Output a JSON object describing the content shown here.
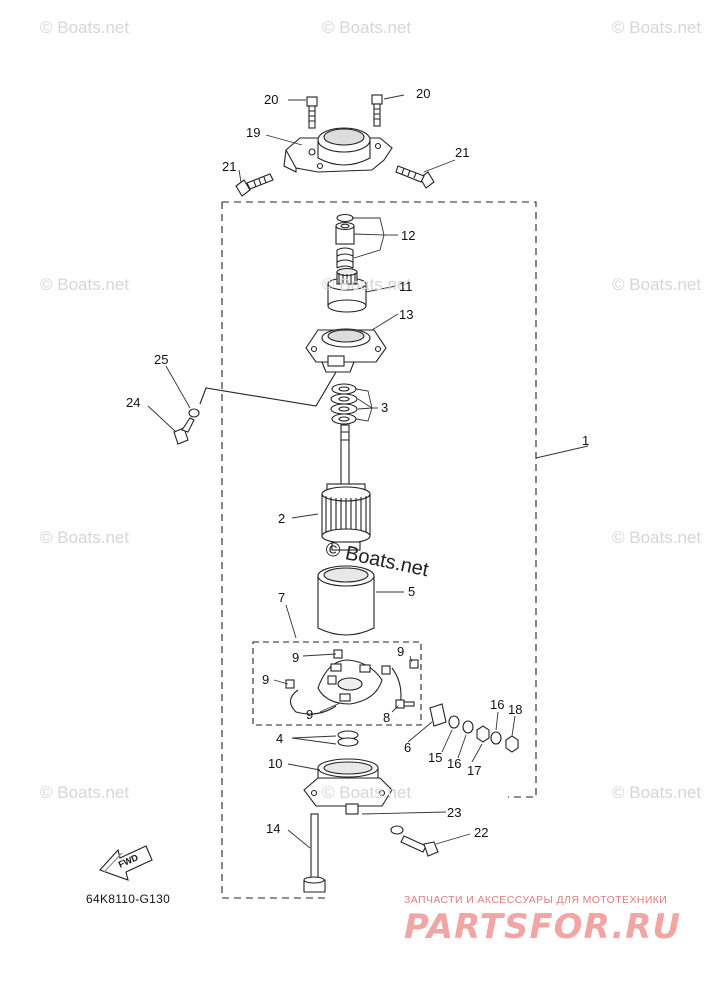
{
  "watermarks": [
    "© Boats.net",
    "© Boats.net",
    "© Boats.net",
    "© Boats.net",
    "© Boats.net",
    "© Boats.net",
    "© Boats.net",
    "© Boats.net",
    "© Boats.net",
    "© Boats.net",
    "© Boats.net"
  ],
  "center_watermark": "© Boats.net",
  "callouts": {
    "c1": "1",
    "c2": "2",
    "c3": "3",
    "c4": "4",
    "c5": "5",
    "c6": "6",
    "c7": "7",
    "c8": "8",
    "c9a": "9",
    "c9b": "9",
    "c9c": "9",
    "c9d": "9",
    "c10": "10",
    "c11": "11",
    "c12": "12",
    "c13": "13",
    "c14": "14",
    "c15": "15",
    "c16a": "16",
    "c16b": "16",
    "c17": "17",
    "c18": "18",
    "c19": "19",
    "c20a": "20",
    "c20b": "20",
    "c21a": "21",
    "c21b": "21",
    "c22": "22",
    "c23": "23",
    "c24": "24",
    "c25": "25"
  },
  "diagram_code": "64K8110-G130",
  "fwd_label": "FWD",
  "brand": {
    "tagline": "ЗАПЧАСТИ И АКСЕССУАРЫ ДЛЯ МОТОТЕХНИКИ",
    "name": "PARTSFOR.RU"
  }
}
